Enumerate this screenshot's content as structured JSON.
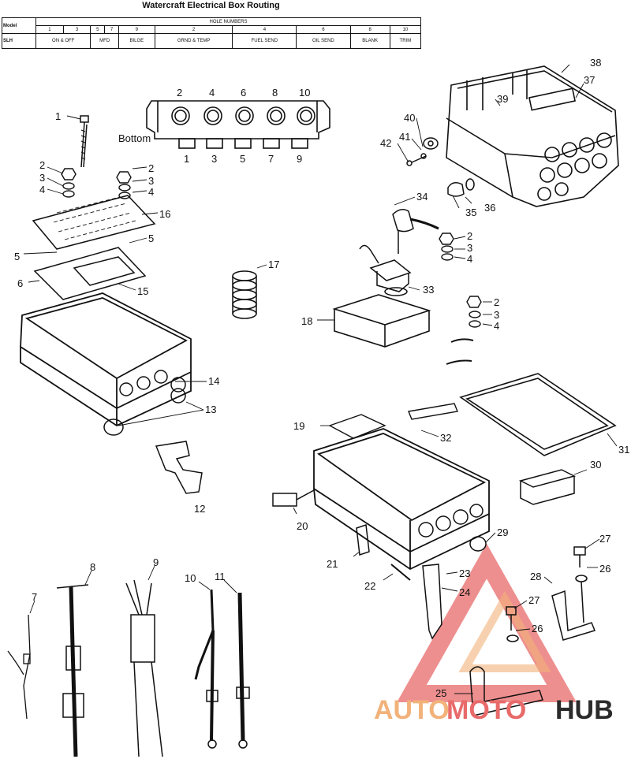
{
  "title": "Watercraft Electrical Box Routing",
  "table": {
    "model_header": "Model",
    "hole_numbers_header": "HOLE NUMBERS",
    "hole_columns": [
      "1",
      "3",
      "5",
      "7",
      "9",
      "2",
      "4",
      "6",
      "8",
      "10"
    ],
    "row": {
      "model": "SLH",
      "cells": [
        "ON & OFF",
        "MFD",
        "BILGE",
        "GRND & TEMP",
        "FUEL SEND",
        "OIL SEND",
        "BLANK",
        "TRIM"
      ]
    }
  },
  "bottom_view": {
    "label": "Bottom",
    "top_holes": [
      "2",
      "4",
      "6",
      "8",
      "10"
    ],
    "bottom_holes": [
      "1",
      "3",
      "5",
      "7",
      "9"
    ]
  },
  "callouts": [
    "1",
    "2",
    "3",
    "4",
    "5",
    "6",
    "7",
    "8",
    "9",
    "10",
    "11",
    "12",
    "13",
    "14",
    "15",
    "16",
    "17",
    "18",
    "19",
    "20",
    "21",
    "22",
    "23",
    "24",
    "25",
    "26",
    "27",
    "28",
    "29",
    "30",
    "31",
    "32",
    "33",
    "34",
    "35",
    "36",
    "37",
    "38",
    "39",
    "40",
    "41",
    "42"
  ],
  "watermark": {
    "part1": "AUTO",
    "part2": "MOTO",
    "part3": "HUB",
    "color_primary": "#e86a6a",
    "color_secondary": "#f2b27a",
    "color_dark": "#2b2b2b"
  }
}
